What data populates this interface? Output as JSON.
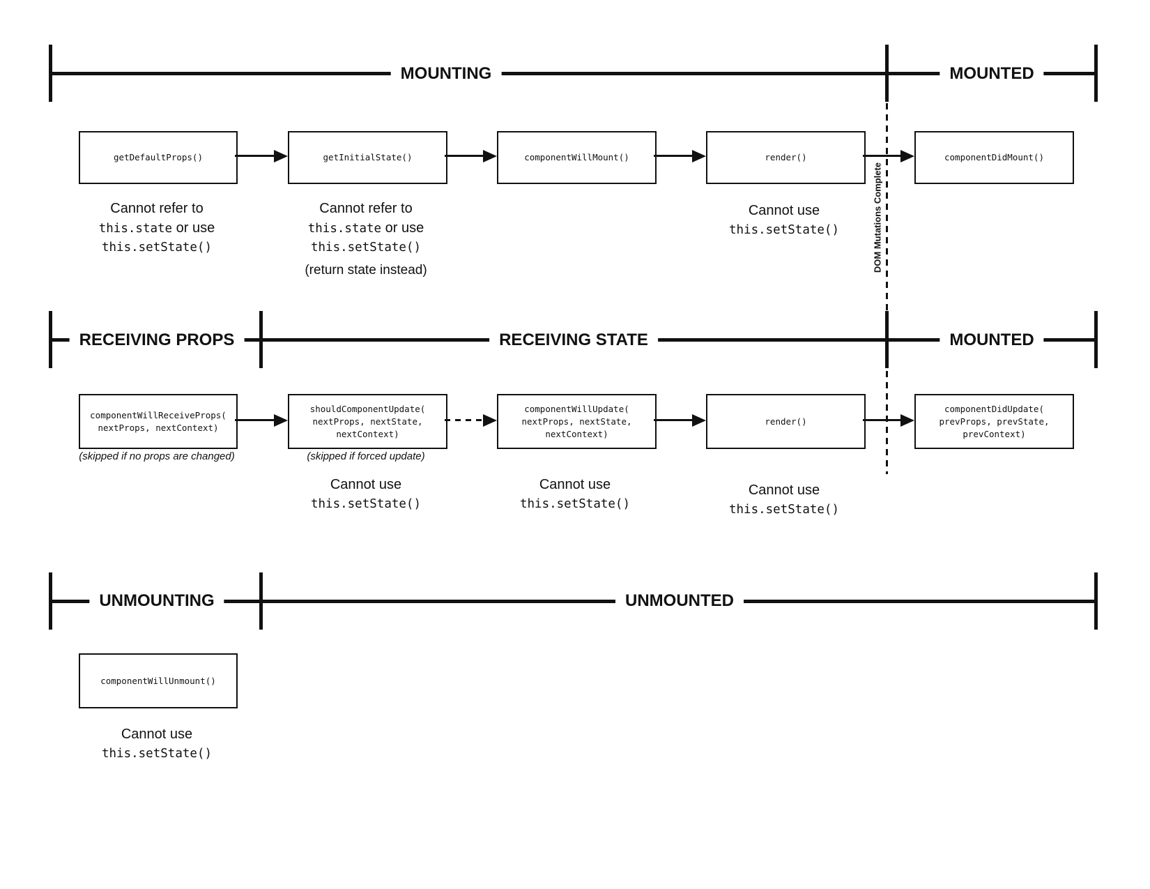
{
  "colors": {
    "ink": "#111111",
    "background": "#ffffff"
  },
  "timeline1": {
    "mounting": "MOUNTING",
    "mounted": "MOUNTED"
  },
  "timeline2": {
    "receiving_props": "RECEIVING PROPS",
    "receiving_state": "RECEIVING STATE",
    "mounted": "MOUNTED"
  },
  "timeline3": {
    "unmounting": "UNMOUNTING",
    "unmounted": "UNMOUNTED"
  },
  "row1_boxes": [
    {
      "lines": [
        "getDefaultProps()"
      ]
    },
    {
      "lines": [
        "getInitialState()"
      ]
    },
    {
      "lines": [
        "componentWillMount()"
      ]
    },
    {
      "lines": [
        "render()"
      ]
    },
    {
      "lines": [
        "componentDidMount()"
      ]
    }
  ],
  "row2_boxes": [
    {
      "lines": [
        "componentWillReceiveProps(",
        "nextProps, nextContext)"
      ]
    },
    {
      "lines": [
        "shouldComponentUpdate(",
        "nextProps, nextState,",
        "nextContext)"
      ]
    },
    {
      "lines": [
        "componentWillUpdate(",
        "nextProps, nextState,",
        "nextContext)"
      ]
    },
    {
      "lines": [
        "render()"
      ]
    },
    {
      "lines": [
        "componentDidUpdate(",
        "prevProps, prevState,",
        "prevContext)"
      ]
    }
  ],
  "row3_boxes": [
    {
      "lines": [
        "componentWillUnmount()"
      ]
    }
  ],
  "notes": {
    "cannot_refer": {
      "sans1": "Cannot refer to",
      "mono1": "this.state",
      "sans2": " or use",
      "mono2": "this.setState()"
    },
    "return_state": "(return state instead)",
    "cannot_use": {
      "sans": "Cannot use",
      "mono": "this.setState()"
    },
    "skipped_no_props": "(skipped if no props are changed)",
    "skipped_forced": "(skipped if forced update)"
  },
  "dom_mutations_label": "DOM Mutations Complete"
}
